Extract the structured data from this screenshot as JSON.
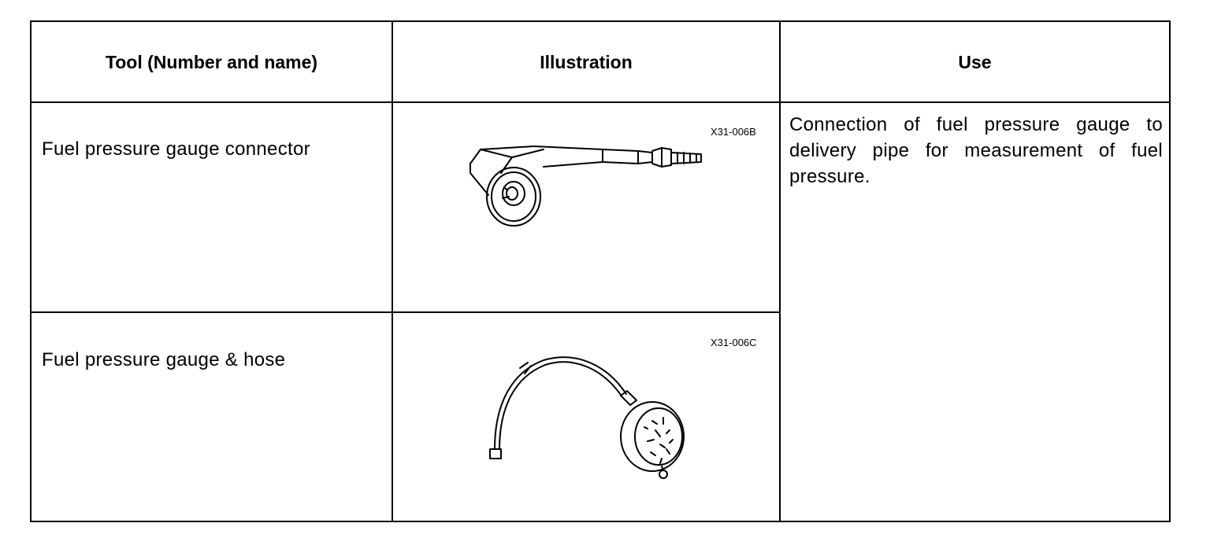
{
  "table": {
    "headers": {
      "tool": "Tool (Number and name)",
      "illustration": "Illustration",
      "use": "Use"
    },
    "rows": [
      {
        "tool": "Fuel pressure gauge connector",
        "illustration_code": "X31-006B",
        "illustration_icon": "fuel-pressure-gauge-connector-icon"
      },
      {
        "tool": "Fuel pressure gauge & hose",
        "illustration_code": "X31-006C",
        "illustration_icon": "fuel-pressure-gauge-hose-icon"
      }
    ],
    "use": "Connection of fuel pressure gauge to delivery pipe for measurement of fuel pressure."
  }
}
